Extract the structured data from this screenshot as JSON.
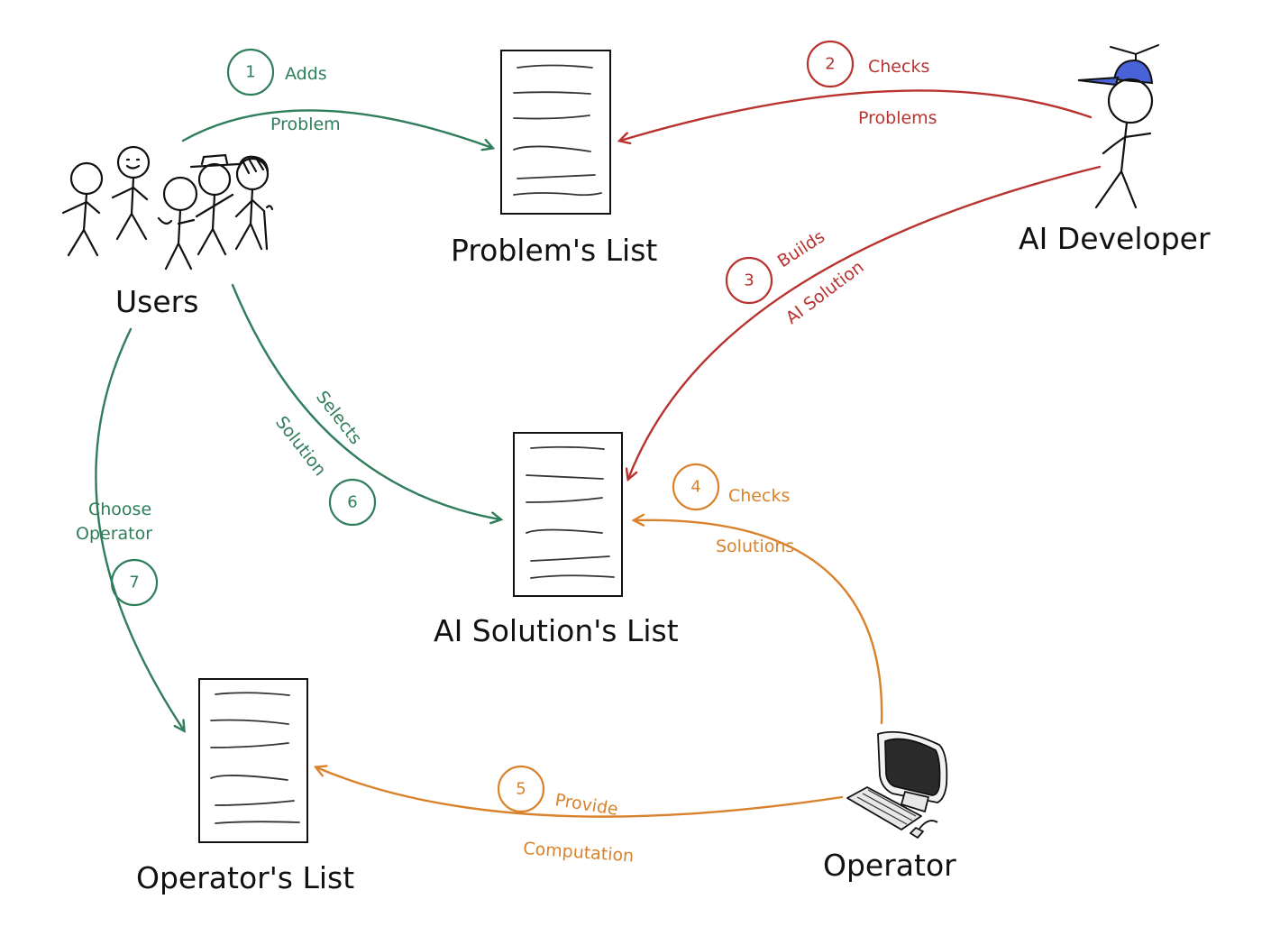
{
  "colors": {
    "users_flow": "#2f7d5b",
    "developer_flow": "#b8332f",
    "operator_flow": "#d9822b",
    "ink": "#111111",
    "cap": "#4a62d8"
  },
  "nodes": {
    "users": "Users",
    "problems_list": "Problem's List",
    "ai_developer": "AI Developer",
    "solutions_list": "AI Solution's List",
    "operators_list": "Operator's List",
    "operator": "Operator"
  },
  "steps": [
    {
      "number": "1",
      "line1": "Adds",
      "line2": "Problem"
    },
    {
      "number": "2",
      "line1": "Checks",
      "line2": "Problems"
    },
    {
      "number": "3",
      "line1": "Builds",
      "line2": "AI Solution"
    },
    {
      "number": "4",
      "line1": "Checks",
      "line2": "Solutions"
    },
    {
      "number": "5",
      "line1": "Provide",
      "line2": "Computation"
    },
    {
      "number": "6",
      "line1": "Selects",
      "line2": "Solution"
    },
    {
      "number": "7",
      "line1": "Choose",
      "line2": "Operator"
    }
  ],
  "icons": {
    "users": "stick-figures-group-icon",
    "developer": "stick-figure-propeller-cap-icon",
    "operator": "computer-workstation-icon",
    "document": "document-list-icon"
  }
}
